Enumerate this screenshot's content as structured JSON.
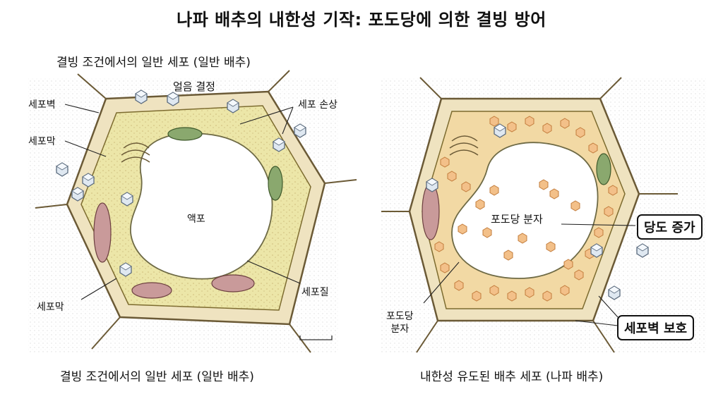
{
  "title": "나파 배추의 내한성 기작: 포도당에 의한 결빙 방어",
  "left_panel": {
    "top_caption": "결빙 조건에서의 일반 세포 (일반 배추)",
    "bottom_caption": "결빙 조건에서의 일반 세포 (일반 배추)",
    "labels": {
      "ice_crystal": "얼음 결정",
      "cell_wall": "세포벽",
      "cell_damage": "세포 손상",
      "cell_membrane_top": "세포막",
      "vacuole": "액포",
      "cytoplasm": "세포질",
      "cell_membrane_bottom": "세포막"
    }
  },
  "right_panel": {
    "bottom_caption": "내한성 유도된 배추 세포 (나파 배추)",
    "labels": {
      "glucose_molecules_center": "포도당 분자",
      "glucose_molecules_left": "포도당\n분자"
    },
    "callouts": {
      "sugar_increase": "당도 증가",
      "cell_wall_protection": "세포벽 보호"
    }
  },
  "colors": {
    "cell_wall": "#efe3c0",
    "cytoplasm": "#ece6a8",
    "vacuole": "#ffffff",
    "glucose": "#f3c089",
    "ice": "#dfe8f1",
    "chloroplast": "#8aa86e",
    "mitochondria": "#c99a9a"
  }
}
